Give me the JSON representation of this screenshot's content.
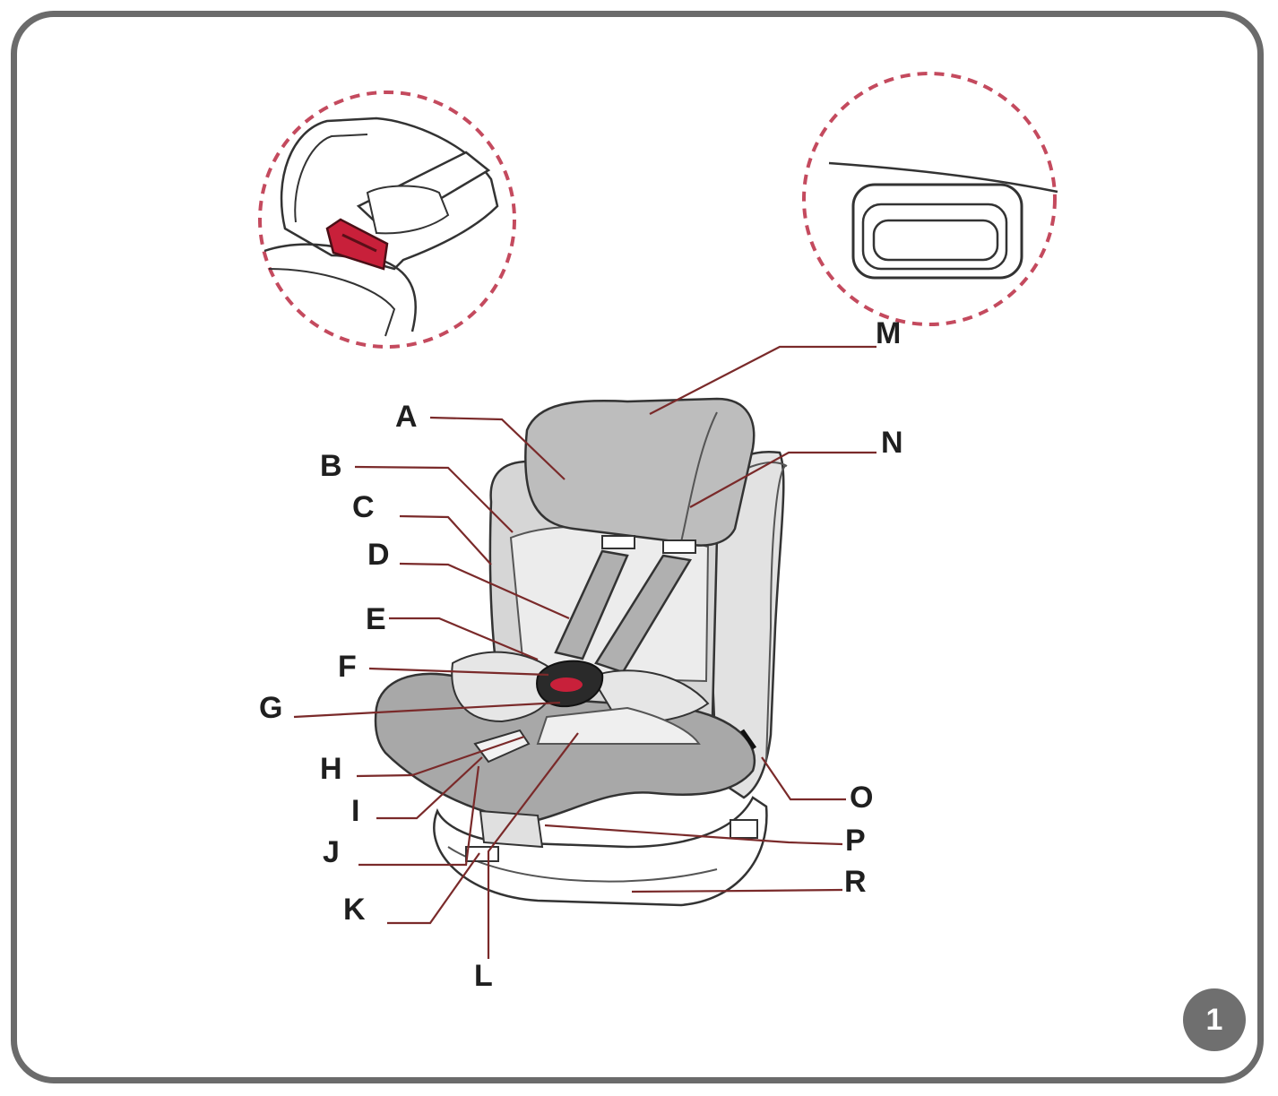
{
  "labels": {
    "A": "A",
    "B": "B",
    "C": "C",
    "D": "D",
    "E": "E",
    "F": "F",
    "G": "G",
    "H": "H",
    "I": "I",
    "J": "J",
    "K": "K",
    "L": "L",
    "M": "M",
    "N": "N",
    "O": "O",
    "P": "P",
    "R": "R"
  },
  "page_number": "1",
  "colors": {
    "frame": "#6b6b6b",
    "leader": "#7a2a2a",
    "highlight": "#c8203a",
    "dashed_circle": "#c44a5e",
    "seat_shade": "#9e9e9e",
    "seat_light": "#e2e2e2"
  }
}
